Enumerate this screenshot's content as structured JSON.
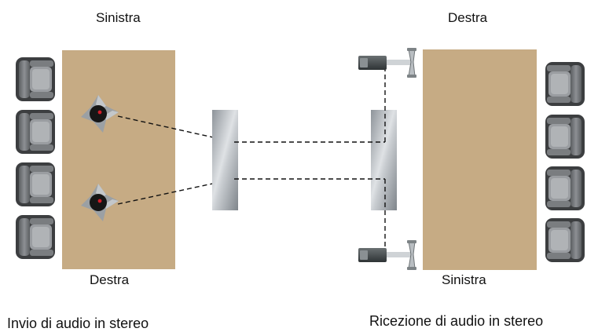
{
  "left_room": {
    "top_label": "Sinistra",
    "bottom_label": "Destra",
    "caption": "Invio di audio in stereo",
    "chairs": 4,
    "microphones": 2
  },
  "right_room": {
    "top_label": "Destra",
    "bottom_label": "Sinistra",
    "caption": "Ricezione di audio in stereo",
    "chairs": 4,
    "speakers": 2
  },
  "colors": {
    "table": "#c6ab84",
    "chair": "#6f7275",
    "chair_dark": "#3c3e40",
    "panel": "#a7acb1",
    "line": "#111111"
  },
  "icons": {
    "chair": "chair-icon",
    "microphone": "conference-microphone-icon",
    "speaker": "speaker-icon",
    "panel": "codec-panel-icon"
  }
}
